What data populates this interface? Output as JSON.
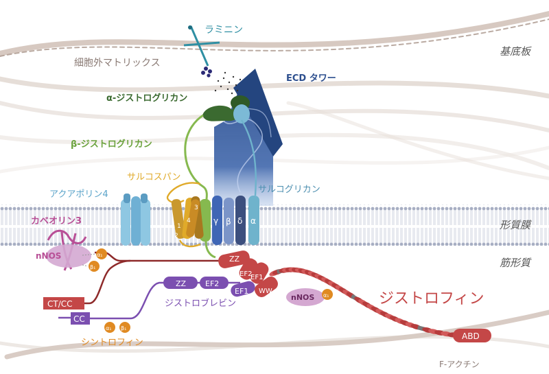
{
  "colors": {
    "background": "#ffffff",
    "membrane": "#dfe4ef",
    "membrane_head": "#9da6bd",
    "collagen": "#b9a59b",
    "laminin": "#2f8fa3",
    "ecd_tower": "#2d4f8e",
    "alpha_dg": "#3b6a30",
    "beta_dg": "#86b94f",
    "sarcospan": "#e0aa2a",
    "aquaporin": "#8ec7e2",
    "caveolin": "#b84f96",
    "dystrophin": "#c44747",
    "dystrobrevin": "#7b4fb0",
    "syntrophin": "#e08a22",
    "nnos": "#d4a8d1",
    "label_region": "#555555"
  },
  "regions": {
    "basal_lamina": "基底板",
    "sarcolemma": "形質膜",
    "sarcoplasm": "筋形質"
  },
  "labels": {
    "laminin": "ラミニン",
    "ecm": "細胞外マトリックス",
    "ecd_tower": "ECD タワー",
    "alpha_dg": "α-ジストログリカン",
    "beta_dg": "β-ジストログリカン",
    "sarcospan": "サルコスパン",
    "aquaporin": "アクアポリン4",
    "sarcoglycan": "サルコグリカン",
    "caveolin": "カベオリン3",
    "nnos_left": "nNOS",
    "nnos_right": "nNOS",
    "dystrophin": "ジストロフィン",
    "dystrobrevin": "ジストロブレビン",
    "syntrophin": "シントロフィン",
    "f_actin": "F-アクチン",
    "ct_cc": "CT/CC",
    "cc": "CC",
    "abd": "ABD",
    "zz_dystrophin": "ZZ",
    "ef2_dystrophin": "EF2",
    "ef1_dystrophin": "EF1",
    "ww": "WW",
    "zz_dystrobrevin": "ZZ",
    "ef2_dystrobrevin": "EF2",
    "ef1_dystrobrevin": "EF1"
  },
  "greek": {
    "gamma": "γ",
    "beta": "β",
    "delta": "δ",
    "alpha": "α",
    "a1": "α₁",
    "b1": "β₁"
  },
  "sarcospan_helices": [
    "1",
    "2",
    "3",
    "4"
  ]
}
